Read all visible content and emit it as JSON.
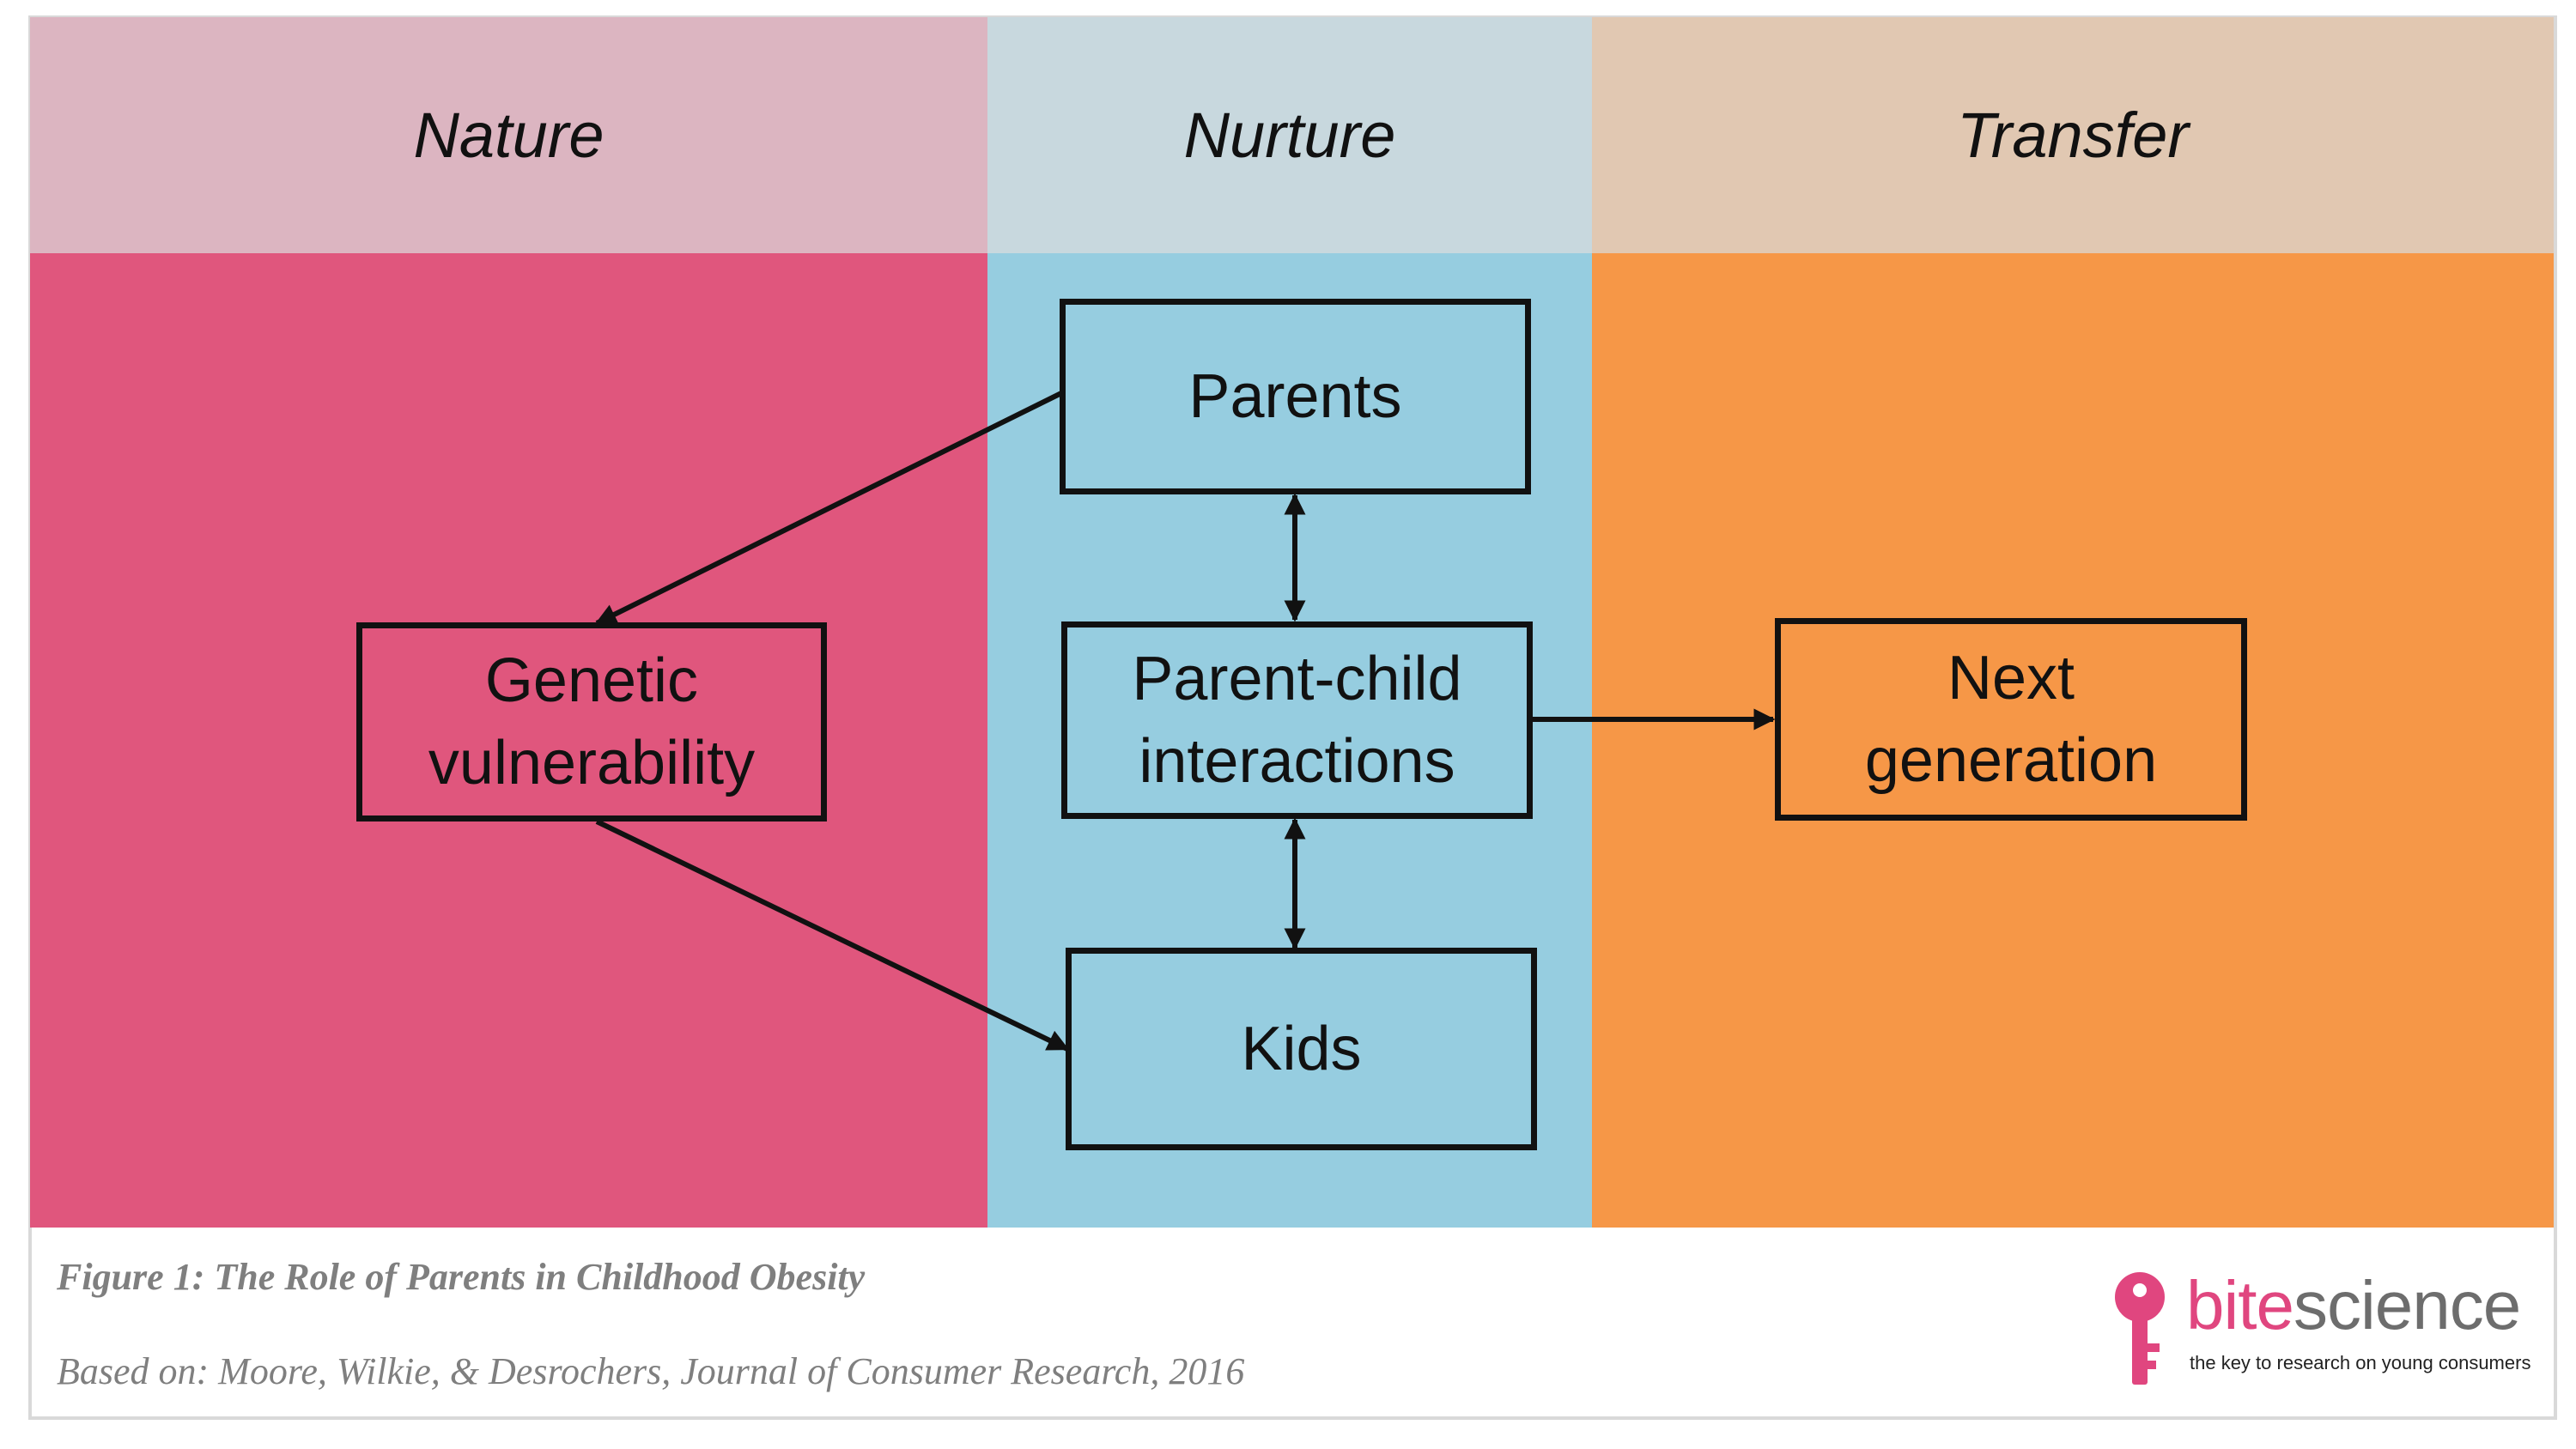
{
  "columns": [
    {
      "name": "Nature",
      "header_color": "#dcb5c1",
      "body_color": "#e0567d"
    },
    {
      "name": "Nurture",
      "header_color": "#c8d8de",
      "body_color": "#96cde0"
    },
    {
      "name": "Transfer",
      "header_color": "#e1c8b2",
      "body_color": "#f69747"
    }
  ],
  "nodes": {
    "parents": "Parents",
    "parent_child": "Parent-child\ninteractions",
    "kids": "Kids",
    "genetic": "Genetic\nvulnerability",
    "next_generation": "Next\ngeneration"
  },
  "edges": [
    {
      "from": "Parents",
      "to": "Genetic vulnerability",
      "direction": "forward"
    },
    {
      "from": "Genetic vulnerability",
      "to": "Kids",
      "direction": "forward"
    },
    {
      "from": "Parents",
      "to": "Parent-child interactions",
      "direction": "both"
    },
    {
      "from": "Parent-child interactions",
      "to": "Kids",
      "direction": "both"
    },
    {
      "from": "Parent-child interactions",
      "to": "Next generation",
      "direction": "forward"
    }
  ],
  "caption": {
    "title": "Figure 1: The Role of Parents in Childhood Obesity",
    "source": "Based on: Moore, Wilkie, & Desrochers, Journal of Consumer Research, 2016"
  },
  "logo": {
    "word_part1": "bite",
    "word_part2": "science",
    "tagline": "the key to research on young consumers",
    "color_primary": "#e0467f",
    "color_secondary": "#6d6d6d"
  }
}
